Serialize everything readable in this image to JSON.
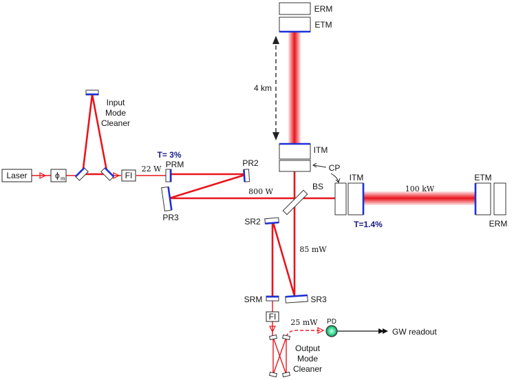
{
  "labels": {
    "laser": "Laser",
    "phase_mod": "ϕ",
    "phase_mod_sub": "m",
    "fi_in": "FI",
    "fi_out": "FI",
    "imc_line1": "Input",
    "imc_line2": "Mode",
    "imc_line3": "Cleaner",
    "omc_line1": "Output",
    "omc_line2": "Mode",
    "omc_line3": "Cleaner",
    "prm": "PRM",
    "pr2": "PR2",
    "pr3": "PR3",
    "bs": "BS",
    "sr2": "SR2",
    "sr3": "SR3",
    "srm": "SRM",
    "itm_y": "ITM",
    "etm_y": "ETM",
    "erm_y": "ERM",
    "itm_x": "ITM",
    "etm_x": "ETM",
    "erm_x": "ERM",
    "cp": "CP",
    "pd": "PD",
    "gw_readout": "GW readout",
    "arm_length": "4 km"
  },
  "annotations": {
    "prm_transmission": "T= 3%",
    "itm_transmission": "T=1.4%",
    "input_power": "22 W",
    "recycled_power": "800 W",
    "arm_power": "100 kW",
    "sr_power": "85 mW",
    "pd_power": "25 mW"
  },
  "colors": {
    "beam": "#e8141c",
    "coating": "#1f2fd6",
    "pd_fill": "#3ddc97",
    "annotation_blue": "#1a1a8c"
  }
}
